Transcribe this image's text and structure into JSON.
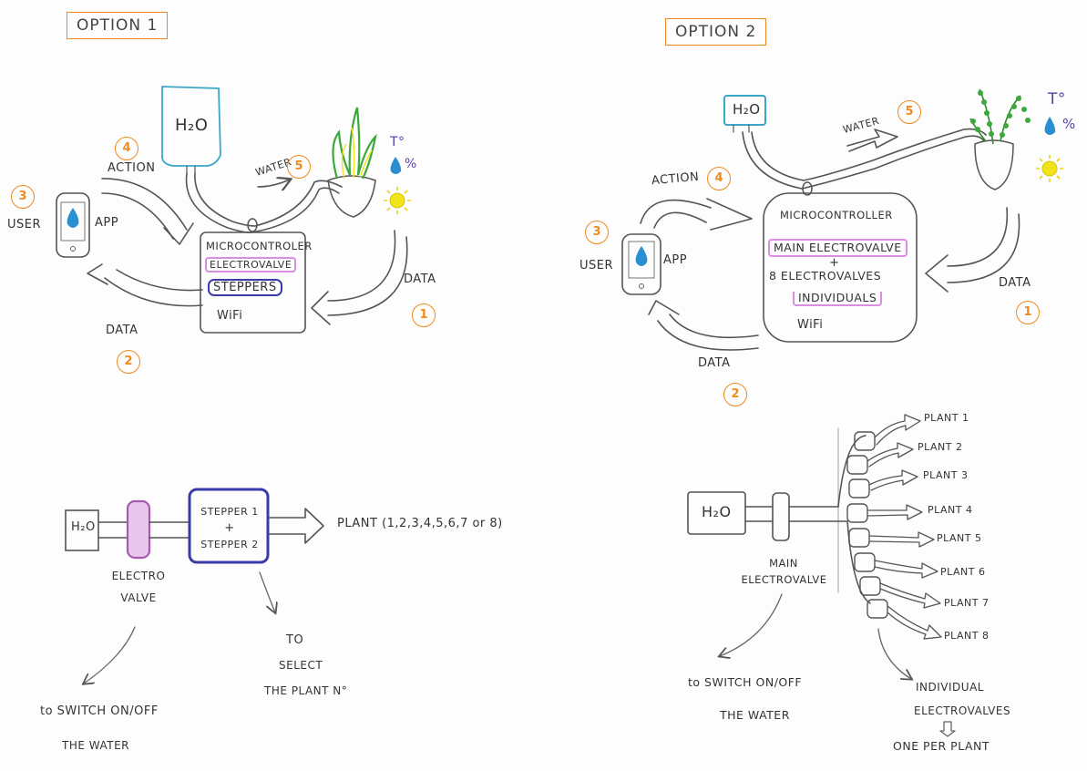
{
  "option1": {
    "title": "OPTION 1",
    "user": "USER",
    "app": "APP",
    "action": "ACTION",
    "water": "WATER",
    "data_right": "DATA",
    "data_left": "DATA",
    "temp": "T°",
    "humidity": "%",
    "h2o_tank": "H₂O",
    "box": {
      "micro": "MICROCONTROLER",
      "valve": "ELECTROVALVE",
      "steppers": "STEPPERS",
      "wifi": "WiFi"
    },
    "steps": [
      "1",
      "2",
      "3",
      "4",
      "5"
    ],
    "flow": {
      "h2o": "H₂O",
      "valve_label_1": "ELECTRO",
      "valve_label_2": "VALVE",
      "stepper_1": "STEPPER 1",
      "stepper_plus": "+",
      "stepper_2": "STEPPER 2",
      "plant": "PLANT (1,2,3,4,5,6,7 or 8)",
      "note_switch_1": "to SWITCH ON/OFF",
      "note_switch_2": "THE WATER",
      "note_select_1": "TO",
      "note_select_2": "SELECT",
      "note_select_3": "THE PLANT N°"
    }
  },
  "option2": {
    "title": "OPTION 2",
    "user": "USER",
    "app": "APP",
    "action": "ACTION",
    "water": "WATER",
    "data_right": "DATA",
    "data_left": "DATA",
    "temp": "T°",
    "humidity": "%",
    "h2o_tank": "H₂O",
    "box": {
      "micro": "MICROCONTROLLER",
      "main_valve": "MAIN ELECTROVALVE",
      "plus": "+",
      "eight_valves": "8 ELECTROVALVES",
      "individuals": "INDIVIDUALS",
      "wifi": "WiFi"
    },
    "steps": [
      "1",
      "2",
      "3",
      "4",
      "5"
    ],
    "flow": {
      "h2o": "H₂O",
      "main_label_1": "MAIN",
      "main_label_2": "ELECTROVALVE",
      "plants": [
        "PLANT 1",
        "PLANT 2",
        "PLANT 3",
        "PLANT 4",
        "PLANT 5",
        "PLANT 6",
        "PLANT 7",
        "PLANT 8"
      ],
      "note_switch_1": "to SWITCH ON/OFF",
      "note_switch_2": "THE WATER",
      "note_indiv_1": "INDIVIDUAL",
      "note_indiv_2": "ELECTROVALVES",
      "note_indiv_3": "ONE PER PLANT"
    }
  },
  "colors": {
    "orange": "#f08a1e",
    "pink": "#d98ee0",
    "blue": "#3a3aa8",
    "water": "#2a8fd0",
    "plant": "#3aa83a",
    "sun": "#f2e21a"
  }
}
